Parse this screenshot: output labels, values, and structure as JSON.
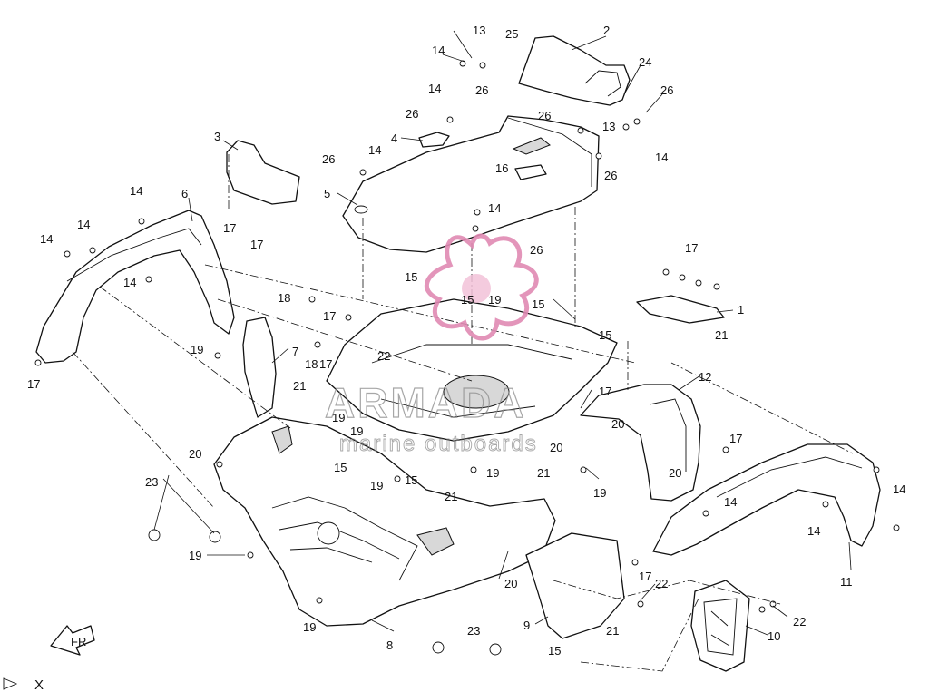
{
  "diagram": {
    "callouts": [
      {
        "id": "c1",
        "text": "13"
      },
      {
        "id": "c2",
        "text": "25"
      },
      {
        "id": "c3",
        "text": "2"
      },
      {
        "id": "c4",
        "text": "14"
      },
      {
        "id": "c5",
        "text": "24"
      },
      {
        "id": "c6",
        "text": "26"
      },
      {
        "id": "c7",
        "text": "14"
      },
      {
        "id": "c8",
        "text": "26"
      },
      {
        "id": "c9",
        "text": "26"
      },
      {
        "id": "c10",
        "text": "13"
      },
      {
        "id": "c11",
        "text": "26"
      },
      {
        "id": "c12",
        "text": "14"
      },
      {
        "id": "c13",
        "text": "3"
      },
      {
        "id": "c14",
        "text": "4"
      },
      {
        "id": "c15",
        "text": "14"
      },
      {
        "id": "c16",
        "text": "26"
      },
      {
        "id": "c17",
        "text": "16"
      },
      {
        "id": "c18",
        "text": "26"
      },
      {
        "id": "c19",
        "text": "5"
      },
      {
        "id": "c20",
        "text": "14"
      },
      {
        "id": "c21",
        "text": "6"
      },
      {
        "id": "c22",
        "text": "17"
      },
      {
        "id": "c23",
        "text": "17"
      },
      {
        "id": "c24",
        "text": "14"
      },
      {
        "id": "c25",
        "text": "26"
      },
      {
        "id": "c26",
        "text": "14"
      },
      {
        "id": "c27",
        "text": "17"
      },
      {
        "id": "c28",
        "text": "14"
      },
      {
        "id": "c29",
        "text": "14"
      },
      {
        "id": "c30",
        "text": "15"
      },
      {
        "id": "c31",
        "text": "18"
      },
      {
        "id": "c32",
        "text": "15"
      },
      {
        "id": "c33",
        "text": "19"
      },
      {
        "id": "c34",
        "text": "15"
      },
      {
        "id": "c35",
        "text": "1"
      },
      {
        "id": "c36",
        "text": "17"
      },
      {
        "id": "c37",
        "text": "15"
      },
      {
        "id": "c38",
        "text": "21"
      },
      {
        "id": "c39",
        "text": "17"
      },
      {
        "id": "c40",
        "text": "19"
      },
      {
        "id": "c41",
        "text": "7"
      },
      {
        "id": "c42",
        "text": "18"
      },
      {
        "id": "c43",
        "text": "17"
      },
      {
        "id": "c44",
        "text": "22"
      },
      {
        "id": "c45",
        "text": "12"
      },
      {
        "id": "c46",
        "text": "21"
      },
      {
        "id": "c47",
        "text": "17"
      },
      {
        "id": "c48",
        "text": "19"
      },
      {
        "id": "c49",
        "text": "20"
      },
      {
        "id": "c50",
        "text": "19"
      },
      {
        "id": "c51",
        "text": "20"
      },
      {
        "id": "c52",
        "text": "17"
      },
      {
        "id": "c53",
        "text": "20"
      },
      {
        "id": "c54",
        "text": "20"
      },
      {
        "id": "c55",
        "text": "15"
      },
      {
        "id": "c56",
        "text": "19"
      },
      {
        "id": "c57",
        "text": "15"
      },
      {
        "id": "c58",
        "text": "19"
      },
      {
        "id": "c59",
        "text": "21"
      },
      {
        "id": "c60",
        "text": "19"
      },
      {
        "id": "c61",
        "text": "14"
      },
      {
        "id": "c62",
        "text": "14"
      },
      {
        "id": "c63",
        "text": "23"
      },
      {
        "id": "c64",
        "text": "21"
      },
      {
        "id": "c65",
        "text": "14"
      },
      {
        "id": "c66",
        "text": "19"
      },
      {
        "id": "c67",
        "text": "20"
      },
      {
        "id": "c68",
        "text": "17"
      },
      {
        "id": "c69",
        "text": "11"
      },
      {
        "id": "c70",
        "text": "22"
      },
      {
        "id": "c71",
        "text": "22"
      },
      {
        "id": "c72",
        "text": "19"
      },
      {
        "id": "c73",
        "text": "9"
      },
      {
        "id": "c74",
        "text": "21"
      },
      {
        "id": "c75",
        "text": "10"
      },
      {
        "id": "c76",
        "text": "23"
      },
      {
        "id": "c77",
        "text": "8"
      },
      {
        "id": "c78",
        "text": "15"
      }
    ]
  },
  "watermark": {
    "brand": "ARMADA",
    "tagline": "marine outboards"
  },
  "direction_arrow": {
    "label": "FR"
  },
  "footer": {
    "axis_label": "X"
  }
}
